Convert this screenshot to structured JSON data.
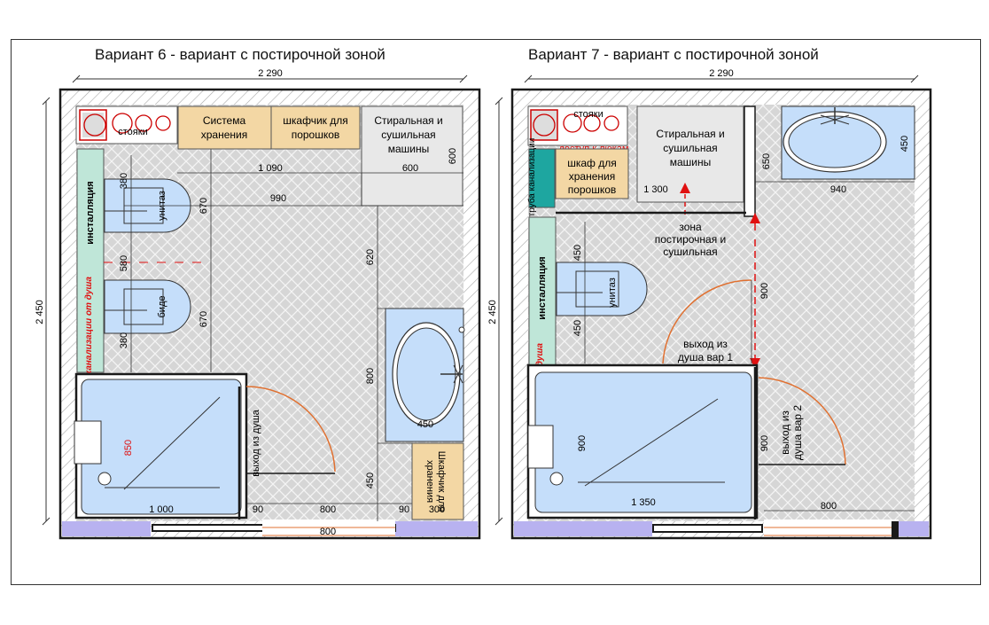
{
  "plans": [
    {
      "title": "Вариант 6 - вариант с постирочной зоной",
      "dim_width": "2 290",
      "dim_height": "2 450",
      "labels": {
        "stoyaki": "стояки",
        "installation": "инсталляция",
        "pipe": "труба канализации от душа",
        "storage_line1": "Система",
        "storage_line2": "хранения",
        "powder_line1": "шкафчик для",
        "powder_line2": "порошков",
        "washer_line1": "Стиральная и",
        "washer_line2": "сушильная",
        "washer_line3": "машины",
        "toilet": "унитаз",
        "bidet": "биде",
        "shower_exit": "выход из душа",
        "cabinet_line1": "Шкафчик для",
        "cabinet_line2": "хранения"
      },
      "dims": {
        "d1090": "1 090",
        "d600": "600",
        "d600v": "600",
        "d990": "990",
        "d380a": "380",
        "d670a": "670",
        "d580": "580",
        "d670b": "670",
        "d380b": "380",
        "d620": "620",
        "d800v": "800",
        "d450v": "450",
        "d450h": "450",
        "d850": "850",
        "d1000": "1 000",
        "d90a": "90",
        "d800a": "800",
        "d90b": "90",
        "d300": "300",
        "d800b": "800"
      }
    },
    {
      "title": "Вариант 7 - вариант с постирочной зоной",
      "dim_width": "2 290",
      "dim_height": "2 450",
      "labels": {
        "stoyaki": "стояки",
        "access": "доступ к люкам",
        "pipe_top": "труба канализации",
        "cab_line1": "шкаф для",
        "cab_line2": "хранения",
        "cab_line3": "порошков",
        "washer_line1": "Стиральная и",
        "washer_line2": "сушильная",
        "washer_line3": "машины",
        "zone_line1": "зона",
        "zone_line2": "постирочная и",
        "zone_line3": "сушильная",
        "installation": "инсталляция",
        "pipe": "труба канализации от душа",
        "toilet": "унитаз",
        "exit1_line1": "выход из",
        "exit1_line2": "душа вар 1",
        "exit2_line1": "выход из",
        "exit2_line2": "душа вар 2"
      },
      "dims": {
        "d650": "650",
        "d450r": "450",
        "d940": "940",
        "d1300": "1 300",
        "d450a": "450",
        "d450b": "450",
        "d900a": "900",
        "d900b": "900",
        "d900c": "900",
        "d1350": "1 350",
        "d800": "800"
      }
    }
  ],
  "colors": {
    "wall": "#1a1a1a",
    "floor": "#d6d6d6",
    "fixture": "#c5defa",
    "cabinet": "#f3d7a4",
    "installation": "#bfe6d8",
    "teal": "#1ea6a0",
    "red": "#e01010",
    "door_arc": "#e07030",
    "lilac": "#b8b2f0"
  }
}
